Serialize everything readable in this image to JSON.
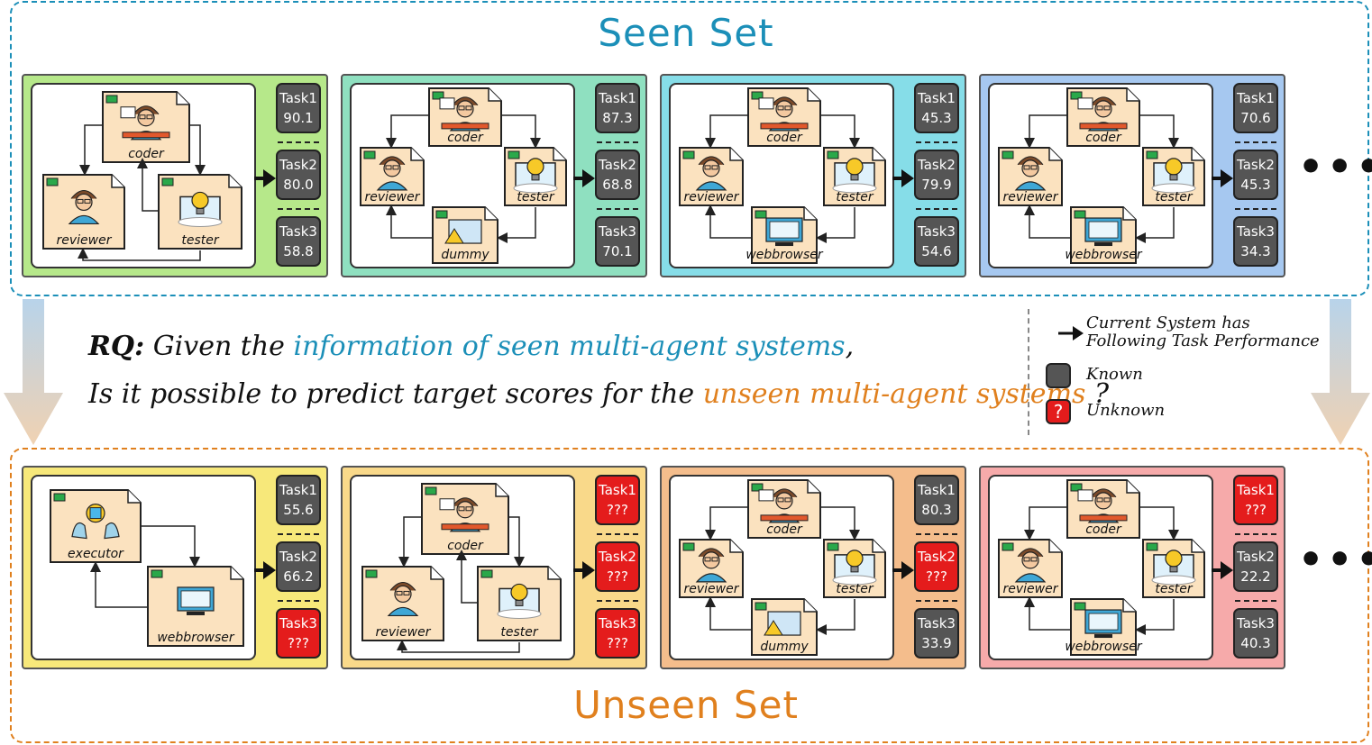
{
  "seen": {
    "title": "Seen Set",
    "panels": [
      {
        "bg": "#b6e88a",
        "agents": [
          "coder",
          "reviewer",
          "tester"
        ],
        "tasks": [
          {
            "label": "Task1",
            "value": "90.1",
            "known": true
          },
          {
            "label": "Task2",
            "value": "80.0",
            "known": true
          },
          {
            "label": "Task3",
            "value": "58.8",
            "known": true
          }
        ]
      },
      {
        "bg": "#8fe0c0",
        "agents": [
          "coder",
          "reviewer",
          "tester",
          "dummy"
        ],
        "tasks": [
          {
            "label": "Task1",
            "value": "87.3",
            "known": true
          },
          {
            "label": "Task2",
            "value": "68.8",
            "known": true
          },
          {
            "label": "Task3",
            "value": "70.1",
            "known": true
          }
        ]
      },
      {
        "bg": "#86dde8",
        "agents": [
          "coder",
          "reviewer",
          "tester",
          "webbrowser"
        ],
        "tasks": [
          {
            "label": "Task1",
            "value": "45.3",
            "known": true
          },
          {
            "label": "Task2",
            "value": "79.9",
            "known": true
          },
          {
            "label": "Task3",
            "value": "54.6",
            "known": true
          }
        ]
      },
      {
        "bg": "#a6c8f0",
        "agents": [
          "coder",
          "reviewer",
          "tester",
          "webbrowser"
        ],
        "tasks": [
          {
            "label": "Task1",
            "value": "70.6",
            "known": true
          },
          {
            "label": "Task2",
            "value": "45.3",
            "known": true
          },
          {
            "label": "Task3",
            "value": "34.3",
            "known": true
          }
        ]
      }
    ]
  },
  "unseen": {
    "title": "Unseen Set",
    "panels": [
      {
        "bg": "#f7e87a",
        "agents": [
          "executor",
          "webbrowser"
        ],
        "tasks": [
          {
            "label": "Task1",
            "value": "55.6",
            "known": true
          },
          {
            "label": "Task2",
            "value": "66.2",
            "known": true
          },
          {
            "label": "Task3",
            "value": "???",
            "known": false
          }
        ]
      },
      {
        "bg": "#f9d98a",
        "agents": [
          "coder",
          "reviewer",
          "tester"
        ],
        "tasks": [
          {
            "label": "Task1",
            "value": "???",
            "known": false
          },
          {
            "label": "Task2",
            "value": "???",
            "known": false
          },
          {
            "label": "Task3",
            "value": "???",
            "known": false
          }
        ]
      },
      {
        "bg": "#f4bd8c",
        "agents": [
          "coder",
          "reviewer",
          "tester",
          "dummy"
        ],
        "tasks": [
          {
            "label": "Task1",
            "value": "80.3",
            "known": true
          },
          {
            "label": "Task2",
            "value": "???",
            "known": false
          },
          {
            "label": "Task3",
            "value": "33.9",
            "known": true
          }
        ]
      },
      {
        "bg": "#f6aaaa",
        "agents": [
          "coder",
          "reviewer",
          "tester",
          "webbrowser"
        ],
        "tasks": [
          {
            "label": "Task1",
            "value": "???",
            "known": false
          },
          {
            "label": "Task2",
            "value": "22.2",
            "known": true
          },
          {
            "label": "Task3",
            "value": "40.3",
            "known": true
          }
        ]
      }
    ]
  },
  "ellipsis": "•••",
  "rq": {
    "line1_prefix": "RQ:",
    "line1_text": "Given the",
    "line1_highlight": "information of seen multi-agent systems",
    "line1_suffix": ",",
    "line2_text": "Is it possible to predict target scores for the",
    "line2_highlight": "unseen multi-agent systems",
    "line2_suffix": "?"
  },
  "legend": {
    "arrow_line1": "Current System has",
    "arrow_line2": "Following Task Performance",
    "known": "Known",
    "unknown": "Unknown",
    "unknown_glyph": "?"
  },
  "colors": {
    "seen": "#1b8fb8",
    "unseen": "#e0801e",
    "known": "#555555",
    "unknown": "#e41c1c"
  }
}
